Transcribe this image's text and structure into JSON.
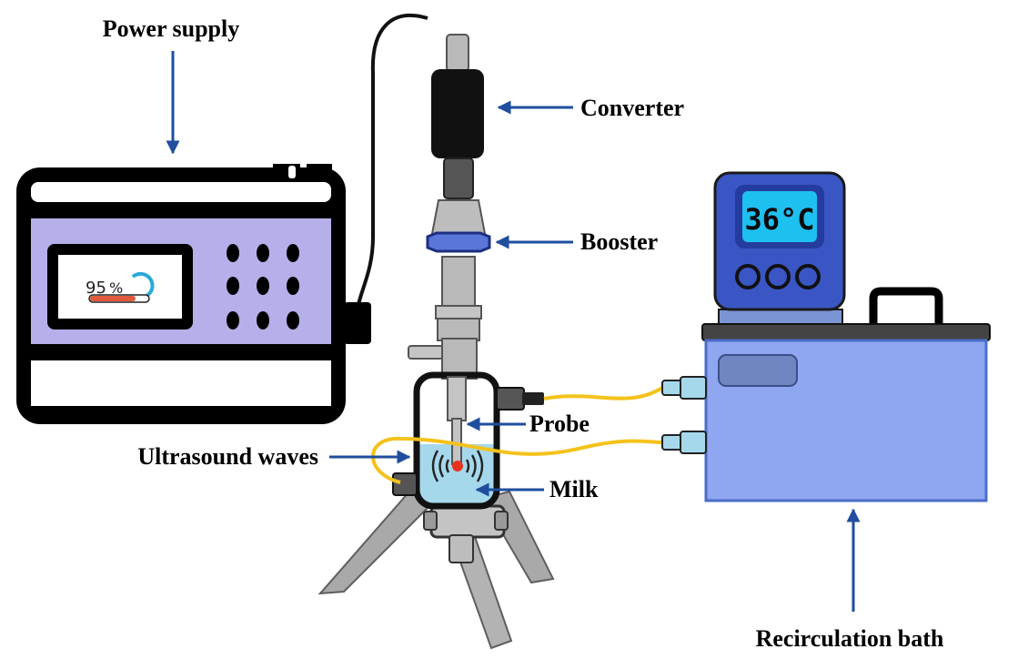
{
  "labels": {
    "power_supply": "Power supply",
    "converter": "Converter",
    "booster": "Booster",
    "probe": "Probe",
    "ultrasound_waves": "Ultrasound waves",
    "milk": "Milk",
    "recirculation_bath": "Recirculation bath"
  },
  "power_supply_display": {
    "percent": "95",
    "symbol": "%"
  },
  "bath_display": {
    "temperature": "36°C"
  },
  "colors": {
    "arrow": "#1f4e9e",
    "panel_purple": "#b6b0ea",
    "bath_blue": "#8fa6f0",
    "controller_blue": "#4b6bd6",
    "lcd_cyan": "#1ec0f0",
    "milk": "#a6d8ec",
    "tube_yellow": "#f4c21c",
    "booster_blue": "#5a76d8",
    "steel_gray": "#b9b9b9"
  }
}
